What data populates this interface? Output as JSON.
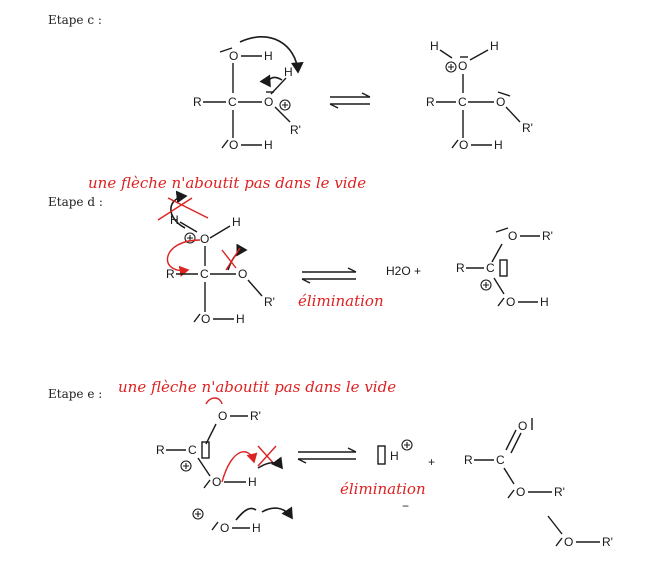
{
  "steps": {
    "c": {
      "label": "Etape c :"
    },
    "d": {
      "label": "Etape d :",
      "note": "une flèche n'aboutit pas dans le vide",
      "elimination": "élimination"
    },
    "e": {
      "label": "Etape e :",
      "note": "une flèche n'aboutit pas dans le vide",
      "elimination": "élimination"
    }
  },
  "atoms": {
    "R": "R",
    "C": "C",
    "O": "O",
    "H": "H",
    "Rp": "R'",
    "H2O_plus": "H2O +",
    "plus": "+",
    "minus": "−"
  },
  "colors": {
    "annotation": "#dd2222",
    "ink": "#1a1a1a"
  }
}
